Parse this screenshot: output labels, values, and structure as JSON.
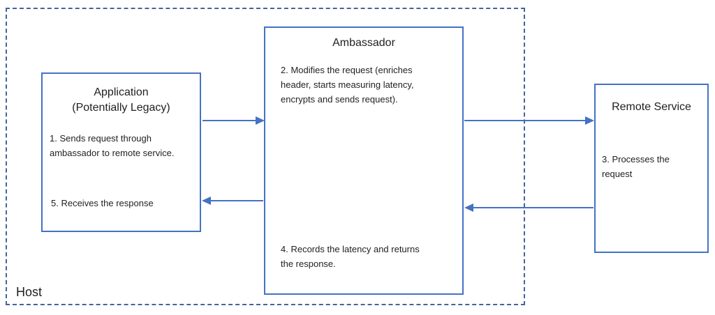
{
  "diagram": {
    "host_label": "Host",
    "application": {
      "title": "Application\n(Potentially Legacy)",
      "step_send": "1. Sends request through\nambassador to remote service.",
      "step_receive": "5. Receives the response"
    },
    "ambassador": {
      "title": "Ambassador",
      "step_modify": "2. Modifies the request (enriches\nheader, starts measuring latency,\nencrypts and sends request).",
      "step_record": "4. Records the latency and returns\nthe response."
    },
    "remote_service": {
      "title": "Remote Service",
      "step_process": "3. Processes the\nrequest"
    },
    "arrows": [
      {
        "from": "Application",
        "to": "Ambassador",
        "direction": "right",
        "step": "1"
      },
      {
        "from": "Ambassador",
        "to": "Remote Service",
        "direction": "right",
        "step": "2"
      },
      {
        "from": "Remote Service",
        "to": "Ambassador",
        "direction": "left",
        "step": "4"
      },
      {
        "from": "Ambassador",
        "to": "Application",
        "direction": "left",
        "step": "5"
      }
    ],
    "colors": {
      "box_border": "#4472c4",
      "arrow": "#4472c4",
      "host_border": "#44639f",
      "text": "#262626"
    }
  }
}
